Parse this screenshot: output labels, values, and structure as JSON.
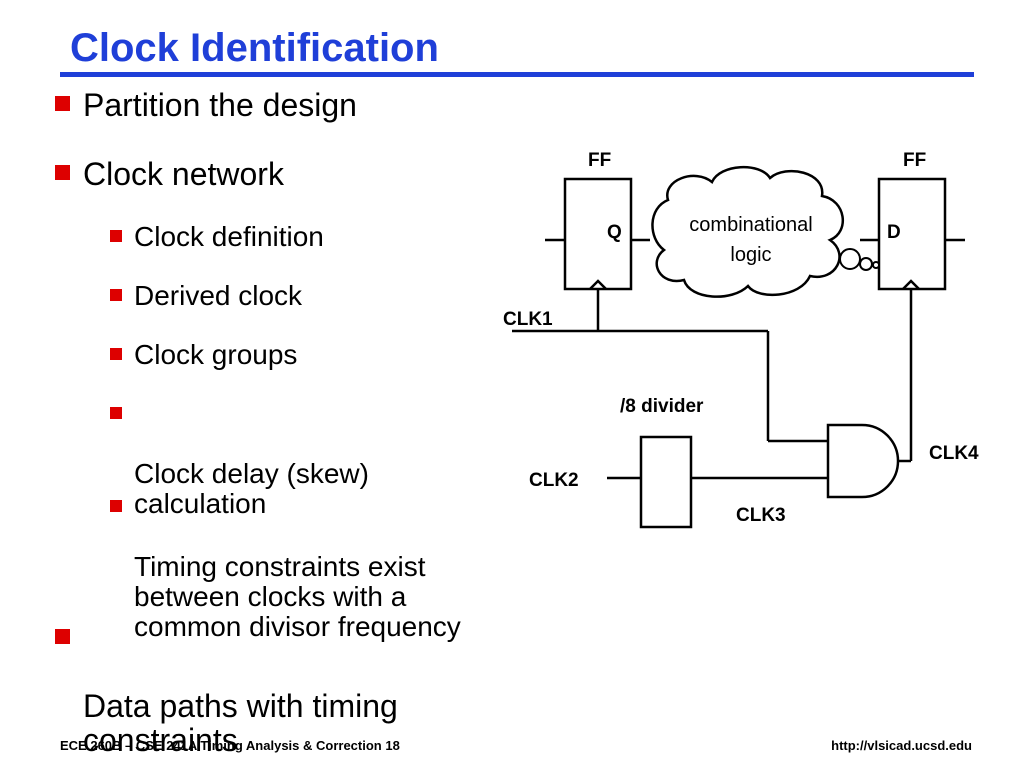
{
  "slide": {
    "title": "Clock Identification",
    "bullets": [
      {
        "text": "Partition the design"
      },
      {
        "text": "Clock network"
      },
      {
        "text": "Clock definition"
      },
      {
        "text": "Derived clock"
      },
      {
        "text": "Clock groups"
      },
      {
        "text": "Clock delay (skew)\ncalculation"
      },
      {
        "text": "Timing constraints exist\nbetween clocks with a\ncommon divisor frequency"
      },
      {
        "text": "Data paths with timing\nconstraints"
      }
    ]
  },
  "diagram": {
    "ff_left_label": "FF",
    "ff_right_label": "FF",
    "q_label": "Q",
    "d_label": "D",
    "cloud_line1": "combinational",
    "cloud_line2": "logic",
    "clk1": "CLK1",
    "clk2": "CLK2",
    "clk3": "CLK3",
    "clk4": "CLK4",
    "divider": "/8 divider"
  },
  "footer": {
    "left": "ECE 260B – CSE 241A Timing Analysis & Correction 18",
    "right": "http://vlsicad.ucsd.edu"
  },
  "colors": {
    "title": "#1f3fd8",
    "bullet_marker": "#dd0000"
  }
}
